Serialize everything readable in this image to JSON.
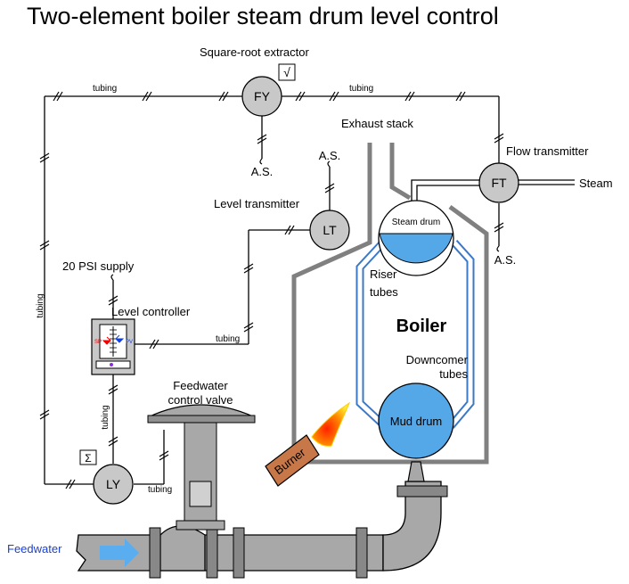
{
  "title": "Two-element boiler steam drum level control",
  "instruments": {
    "fy": "FY",
    "ft": "FT",
    "lt": "LT",
    "ly": "LY"
  },
  "labels": {
    "square_root_extractor": "Square-root extractor",
    "sqrt_symbol": "√",
    "sum_symbol": "Σ",
    "exhaust_stack": "Exhaust stack",
    "flow_transmitter": "Flow transmitter",
    "steam": "Steam",
    "level_transmitter": "Level transmitter",
    "psi_supply": "20 PSI supply",
    "level_controller": "Level controller",
    "sp": "SP",
    "pv": "PV",
    "feedwater_control_valve_1": "Feedwater",
    "feedwater_control_valve_2": "control valve",
    "feedwater": "Feedwater",
    "burner": "Burner",
    "steam_drum": "Steam drum",
    "mud_drum": "Mud drum",
    "boiler": "Boiler",
    "riser_1": "Riser",
    "riser_2": "tubes",
    "downcomer_1": "Downcomer",
    "downcomer_2": "tubes",
    "as": "A.S.",
    "tubing": "tubing"
  },
  "colors": {
    "water": "#55a8e8",
    "pipe": "#a8a8a8",
    "instrument": "#c8c8c8",
    "flame": "#ff3300",
    "feedwater_text": "#1a3fd8",
    "arrow": "#5aaef0"
  }
}
